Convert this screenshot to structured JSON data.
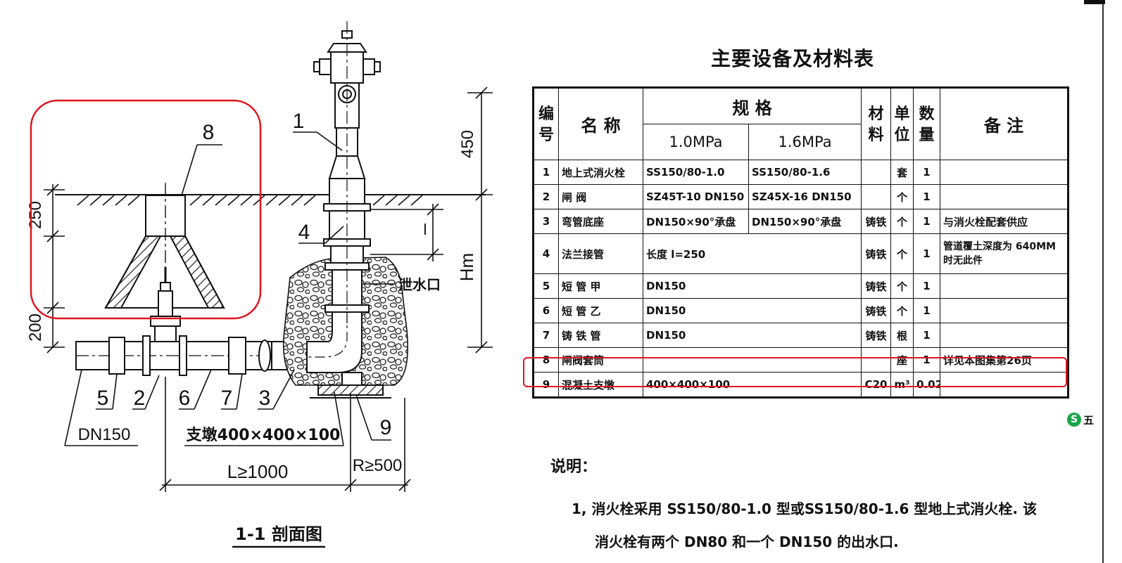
{
  "drawing": {
    "section_label": "1-1 剖面图",
    "part_numbers": [
      "1",
      "2",
      "3",
      "4",
      "5",
      "6",
      "7",
      "8",
      "9"
    ],
    "dimensions": {
      "d450": "450",
      "d250": "250",
      "d200": "200",
      "hm": "Hm",
      "length": "L≥1000",
      "radius": "R≥500",
      "pipe": "DN150",
      "support": "支墩400×400×100",
      "l": "l"
    },
    "drain_label": "泄水口",
    "highlight_color": "#e0141e"
  },
  "table": {
    "title": "主要设备及材料表",
    "headers": {
      "no": "编号",
      "name": "名 称",
      "spec": "规 格",
      "spec_a": "1.0MPa",
      "spec_b": "1.6MPa",
      "material": "材料",
      "unit": "单位",
      "qty": "数量",
      "note": "备 注"
    },
    "rows": [
      {
        "no": "1",
        "name": "地上式消火栓",
        "spec_a": "SS150/80-1.0",
        "spec_b": "SS150/80-1.6",
        "material": "",
        "unit": "套",
        "qty": "1",
        "note": ""
      },
      {
        "no": "2",
        "name": "闸 阀",
        "spec_a": "SZ45T-10 DN150",
        "spec_b": "SZ45X-16 DN150",
        "material": "",
        "unit": "个",
        "qty": "1",
        "note": ""
      },
      {
        "no": "3",
        "name": "弯管底座",
        "spec_a": "DN150×90°承盘",
        "spec_b": "DN150×90°承盘",
        "material": "铸铁",
        "unit": "个",
        "qty": "1",
        "note": "与消火栓配套供应"
      },
      {
        "no": "4",
        "name": "法兰接管",
        "spec_a": "长度 l=250",
        "spec_b": "",
        "material": "铸铁",
        "unit": "个",
        "qty": "1",
        "note": "管道覆土深度为 640MM时无此件"
      },
      {
        "no": "5",
        "name": "短 管 甲",
        "spec_a": "DN150",
        "spec_b": "",
        "material": "铸铁",
        "unit": "个",
        "qty": "1",
        "note": ""
      },
      {
        "no": "6",
        "name": "短 管 乙",
        "spec_a": "DN150",
        "spec_b": "",
        "material": "铸铁",
        "unit": "个",
        "qty": "1",
        "note": ""
      },
      {
        "no": "7",
        "name": "铸 铁 管",
        "spec_a": "DN150",
        "spec_b": "",
        "material": "铸铁",
        "unit": "根",
        "qty": "1",
        "note": ""
      },
      {
        "no": "8",
        "name": "闸阀套筒",
        "spec_a": "",
        "spec_b": "",
        "material": "",
        "unit": "座",
        "qty": "1",
        "note": "详见本图集第26页"
      },
      {
        "no": "9",
        "name": "混凝土支墩",
        "spec_a": "400×400×100",
        "spec_b": "",
        "material": "C20",
        "unit": "m³",
        "qty": "0.02",
        "note": ""
      }
    ]
  },
  "notes": {
    "heading": "说明：",
    "line1": "1, 消火栓采用 SS150/80-1.0 型或SS150/80-1.6 型地上式消火栓. 该",
    "line2": "消火栓有两个 DN80 和一个 DN150 的出水口."
  },
  "ime": {
    "logo": "S",
    "label": "五"
  }
}
